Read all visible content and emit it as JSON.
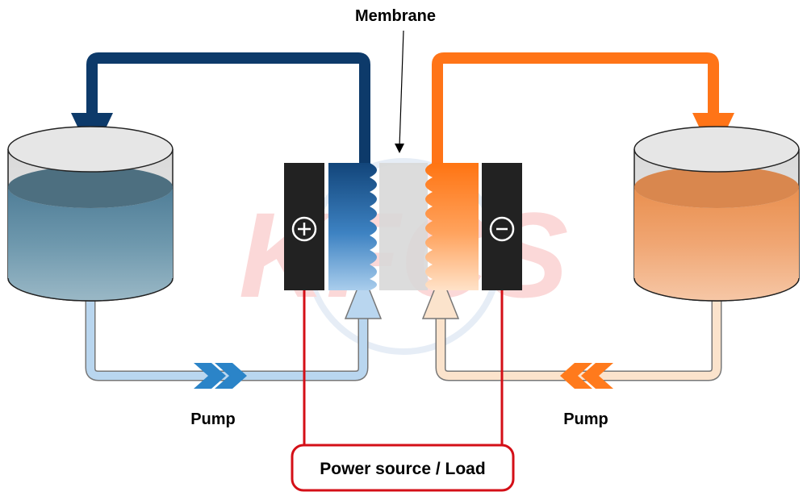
{
  "labels": {
    "membrane": "Membrane",
    "pump_left": "Pump",
    "pump_right": "Pump",
    "power": "Power source / Load",
    "positive_symbol": "⊕",
    "negative_symbol": "⊖",
    "watermark": "KFCS"
  },
  "colors": {
    "positive_loop": "#0d3a6a",
    "negative_loop": "#ff7417",
    "positive_return": "#b9d6ef",
    "negative_return": "#fbe3cc",
    "circuit": "#d40f17",
    "electrode": "#222222",
    "pump_left_chevron": "#2b84c8",
    "pump_right_chevron": "#ff7a1c"
  }
}
